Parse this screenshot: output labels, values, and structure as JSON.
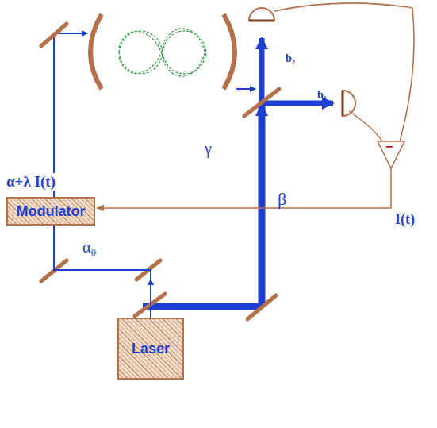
{
  "diagram": {
    "nodes": [
      {
        "text": [
          "Laser"
        ]
      },
      {
        "text": [
          "Modulator"
        ]
      }
    ],
    "edges": [
      {
        "from": 0,
        "to": 1,
        "arrow": "none"
      }
    ],
    "labels": [
      "α+λ I(t)",
      "α₀",
      "β",
      "γ",
      "b₂",
      "b₁",
      "I(t)",
      "−"
    ]
  }
}
